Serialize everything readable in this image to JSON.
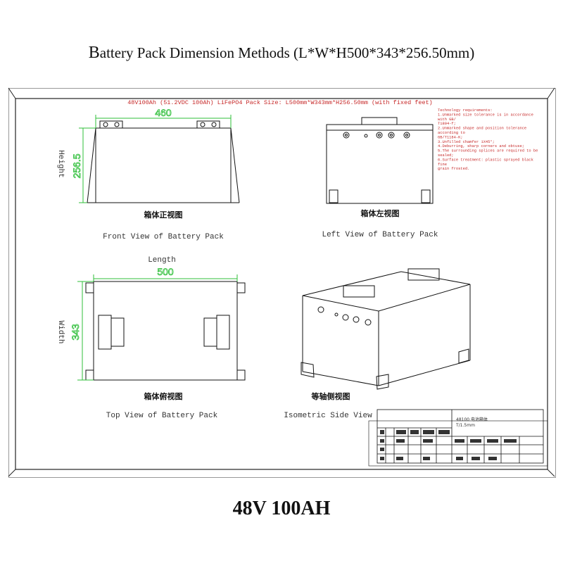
{
  "header": {
    "title_first": "B",
    "title_rest": "attery Pack Dimension Methods (L*W*H500*343*256.50mm)"
  },
  "sheet": {
    "banner": "48V100Ah  (51.2VDC 100Ah)  LiFePO4 Pack Size: L500mm*W343mm*H256.50mm (with fixed feet)",
    "requirements": [
      "Technology requirements:",
      "1.Unmarked size tolerance is in accordance",
      "with GB/",
      "T1804-f;",
      "2.Unmarked shape and position tolerance",
      "according to",
      "GB/T1184-K;",
      "3.Unfilled chamfer 1X45°;",
      "4.Deburring, sharp corners and obtuse;",
      "5.The surrounding splices are required to be",
      "sealed;",
      "6.Surface treatment: plastic sprayed black",
      "fine",
      "grain frosted."
    ],
    "front": {
      "dim_width": "460",
      "dim_height": "256.5",
      "side_label": "Height",
      "cn_label": "箱体正视图",
      "en_label": "Front View of Battery Pack"
    },
    "left": {
      "cn_label": "箱体左视图",
      "en_label": "Left View of Battery Pack"
    },
    "top": {
      "length_label": "Length",
      "dim_length": "500",
      "dim_width": "343",
      "side_label": "Width",
      "cn_label": "箱体俯视图",
      "en_label": "Top View of Battery Pack"
    },
    "iso": {
      "cn_label": "等轴侧视图",
      "en_label": "Isometric Side View"
    },
    "title_block": {
      "name": "48100 电池箱体",
      "sub": "T/1.5mm"
    }
  },
  "footer": {
    "model": "48V 100AH"
  },
  "colors": {
    "dimension_green": "#2fbf3a",
    "banner_red": "#c62828",
    "line": "#111111"
  }
}
